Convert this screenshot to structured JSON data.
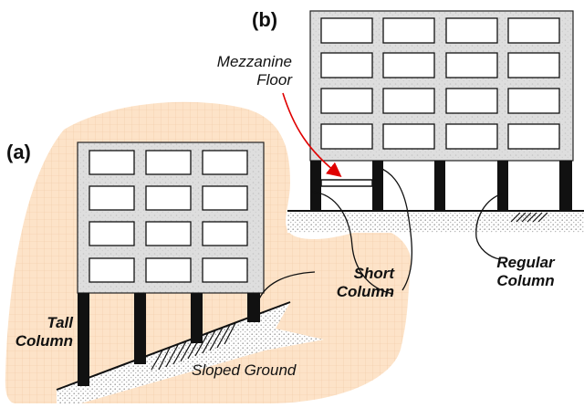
{
  "panels": {
    "a": "(a)",
    "b": "(b)"
  },
  "labels": {
    "mezzanine_line1": "Mezzanine",
    "mezzanine_line2": "Floor",
    "tall_line1": "Tall",
    "tall_line2": "Column",
    "short_line1": "Short",
    "short_line2": "Column",
    "regular_line1": "Regular",
    "regular_line2": "Column",
    "sloped_ground": "Sloped Ground"
  },
  "colors": {
    "highlight_fill": "#fde3c8",
    "highlight_grid": "#f0c9a4",
    "column_fill": "#111111",
    "ground_dots": "#9a9a9a",
    "arrow": "#e00000",
    "frame_fill": "#d9d9d9"
  }
}
